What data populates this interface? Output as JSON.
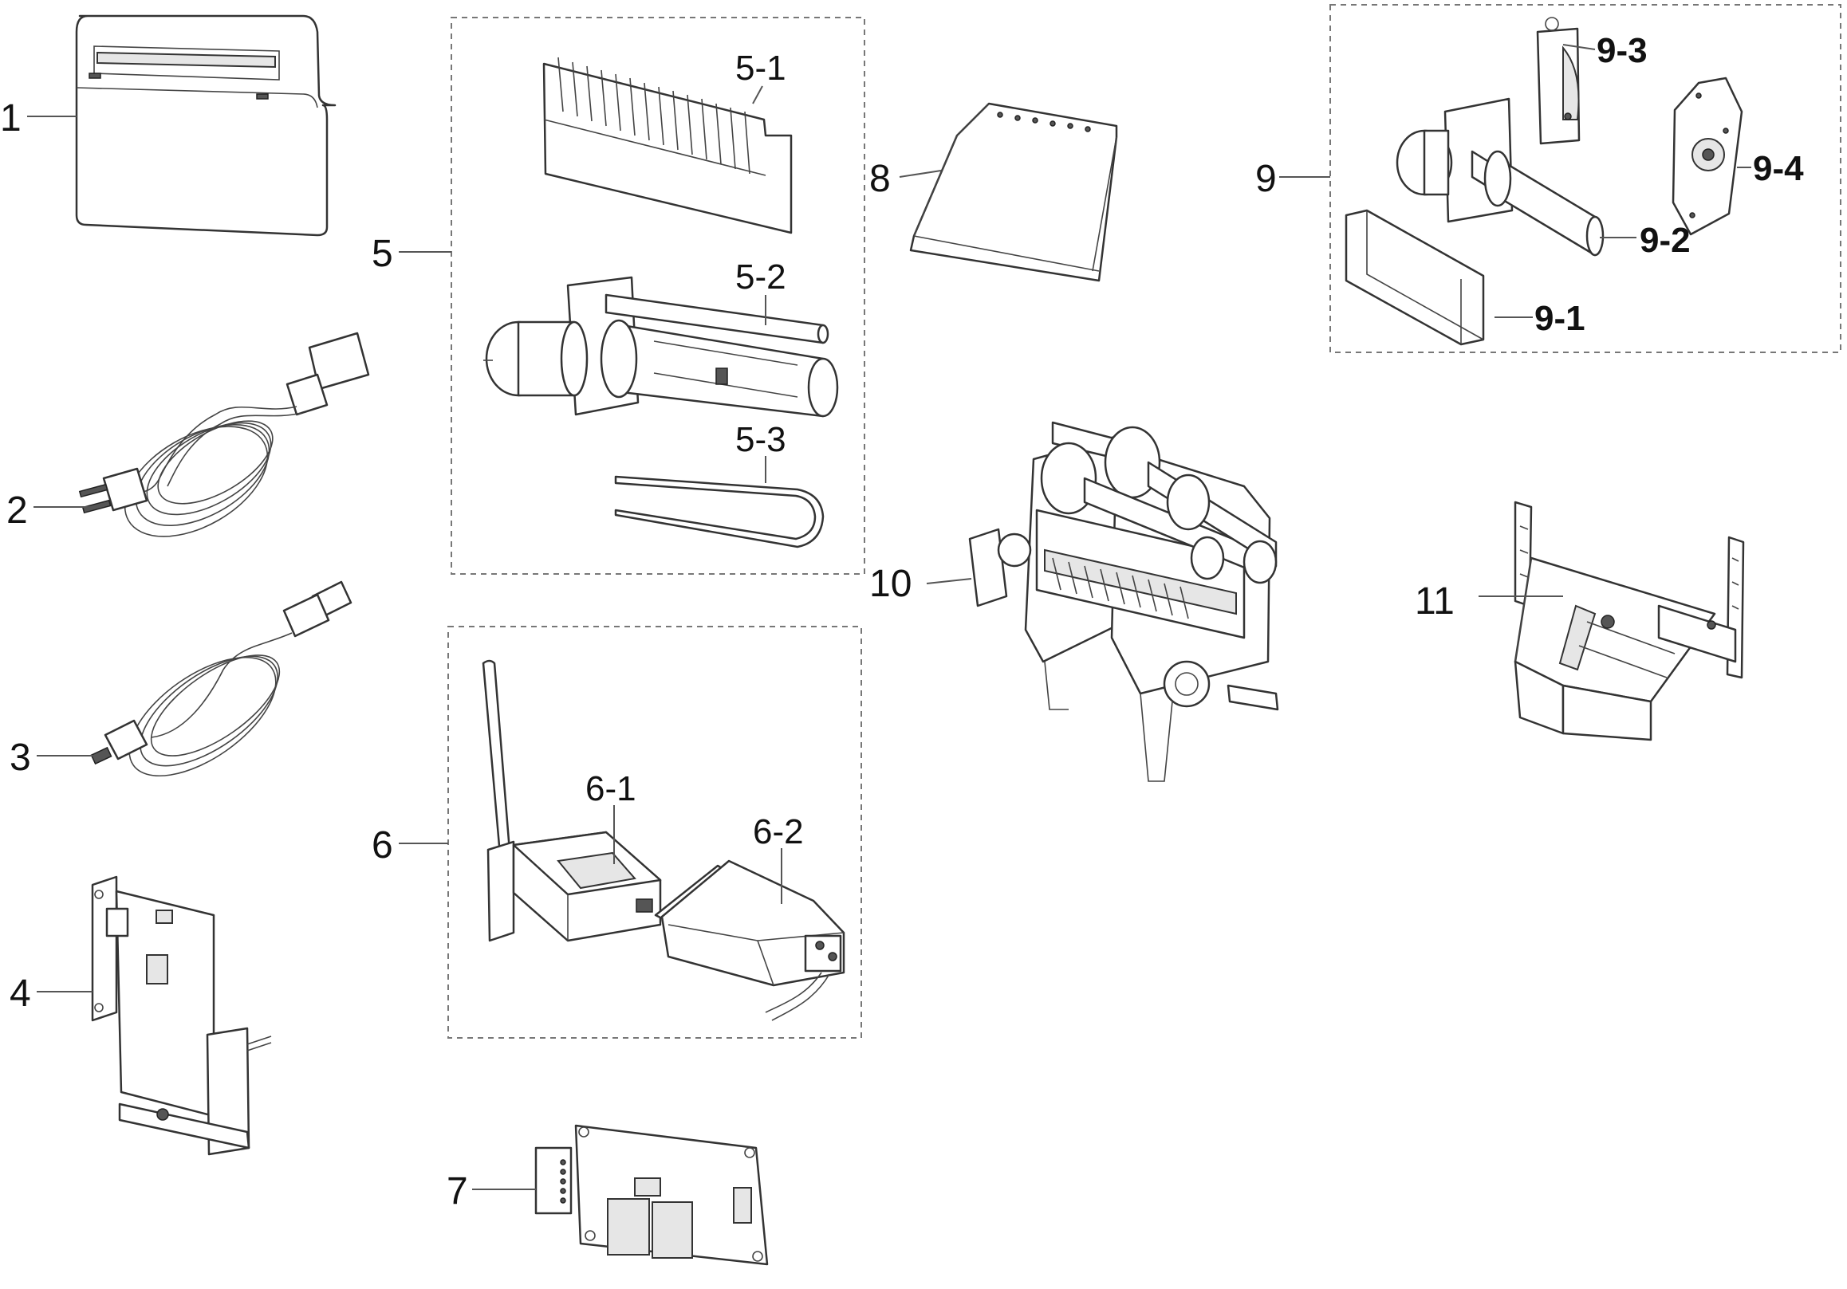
{
  "callouts": {
    "p1": "1",
    "p2": "2",
    "p3": "3",
    "p4": "4",
    "p5": "5",
    "p5_1": "5-1",
    "p5_2": "5-2",
    "p5_3": "5-3",
    "p6": "6",
    "p6_1": "6-1",
    "p6_2": "6-2",
    "p7": "7",
    "p8": "8",
    "p9": "9",
    "p9_1": "9-1",
    "p9_2": "9-2",
    "p9_3": "9-3",
    "p9_4": "9-4",
    "p10": "10",
    "p11": "11"
  },
  "colors": {
    "line": "#333333",
    "label": "#111111",
    "frame": "#777777",
    "shade": "#e6e6e6"
  }
}
